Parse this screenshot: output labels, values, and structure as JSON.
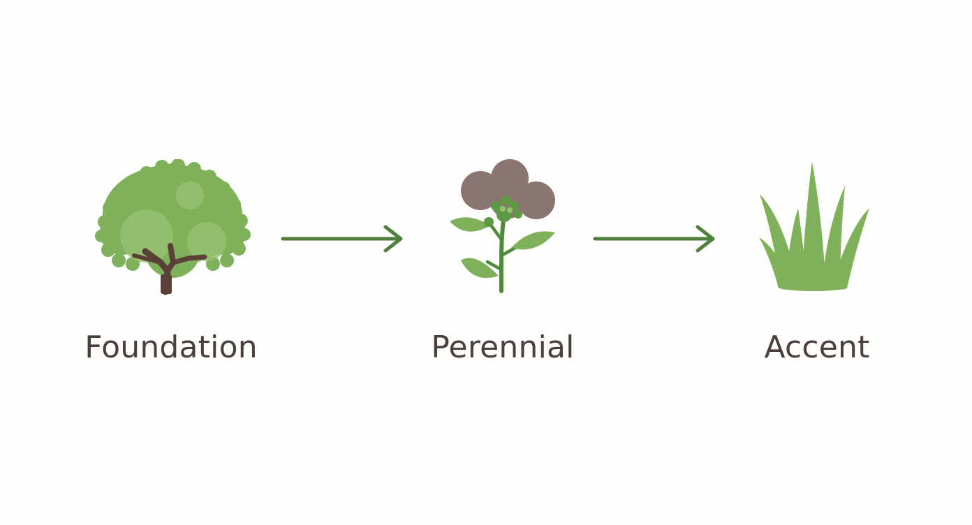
{
  "diagram": {
    "stages": [
      {
        "label": "Foundation",
        "icon": "tree-icon"
      },
      {
        "label": "Perennial",
        "icon": "flower-icon"
      },
      {
        "label": "Accent",
        "icon": "grass-icon"
      }
    ],
    "colors": {
      "foliage": "#7fb05a",
      "foliage_light": "#96c272",
      "stem": "#4f8a3b",
      "bark": "#5a4036",
      "petal": "#8b7570",
      "arrow": "#4f7f3c",
      "text": "#4a3f3b"
    }
  }
}
